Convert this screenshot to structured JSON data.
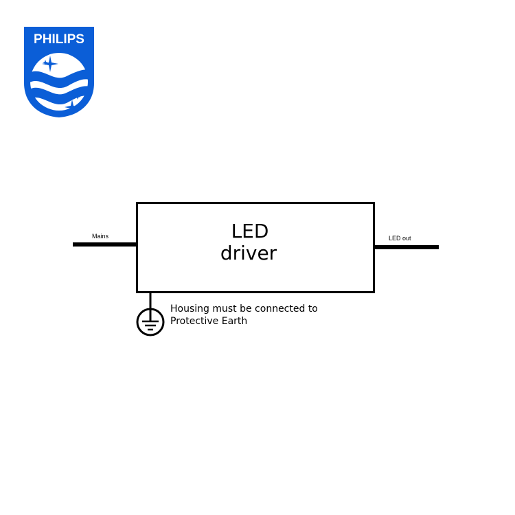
{
  "brand": {
    "name": "PHILIPS",
    "color": "#0b5ed7"
  },
  "diagram": {
    "block_title_line1": "LED",
    "block_title_line2": "driver",
    "input_label": "Mains",
    "output_label": "LED out",
    "earth_note_line1": "Housing must be connected to",
    "earth_note_line2": "Protective Earth"
  },
  "icons": {
    "earth": "protective-earth-icon",
    "logo": "philips-shield-logo"
  }
}
